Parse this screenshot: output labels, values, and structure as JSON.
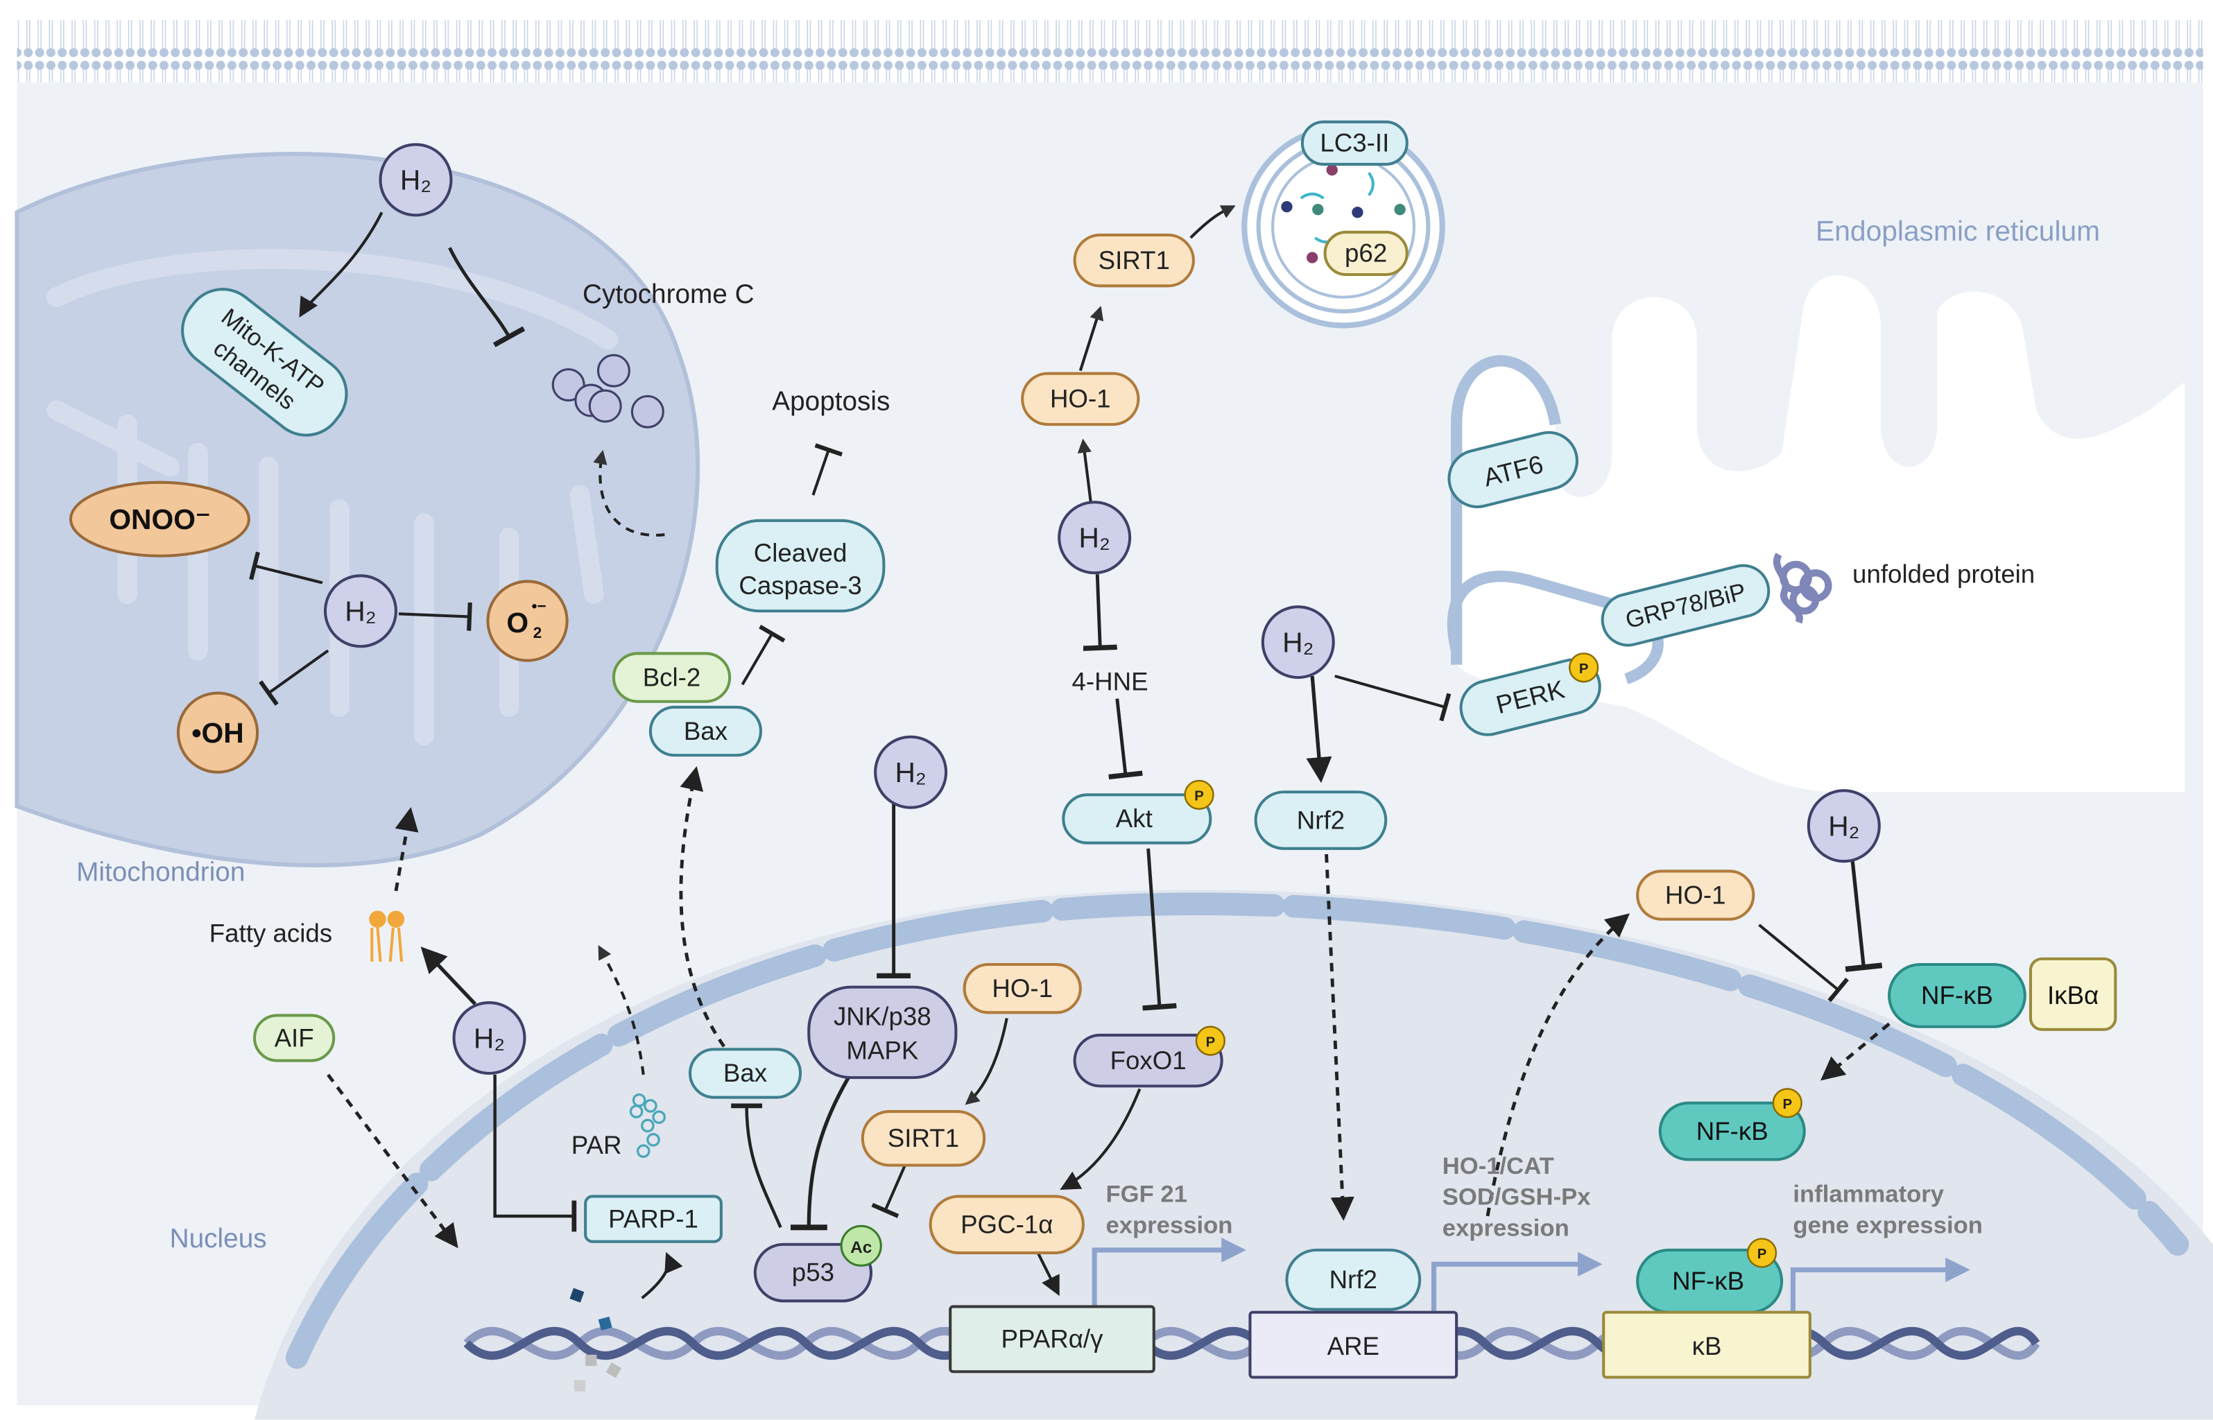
{
  "labels": {
    "cytochrome_c": "Cytochrome C",
    "apoptosis": "Apoptosis",
    "mitochondrion": "Mitochondrion",
    "fatty_acids": "Fatty acids",
    "nucleus": "Nucleus",
    "endoplasmic_reticulum": "Endoplasmic reticulum",
    "unfolded_protein": "unfolded protein",
    "par": "PAR",
    "hne": "4-HNE",
    "fgf21_line1": "FGF 21",
    "fgf21_line2": "expression",
    "antioxidant_line1": "HO-1/CAT",
    "antioxidant_line2": "SOD/GSH-Px",
    "antioxidant_line3": "expression",
    "inflam_line1": "inflammatory",
    "inflam_line2": "gene expression"
  },
  "h2": "H₂",
  "species": {
    "onoo": "ONOO⁻",
    "oh": "•OH",
    "o2_base": "O",
    "o2_sub": "2",
    "o2_sup": "•−"
  },
  "nodes": {
    "mito_katp_line1": "Mito-K-ATP",
    "mito_katp_line2": "channels",
    "lc3": "LC3-II",
    "p62": "p62",
    "sirt1_top": "SIRT1",
    "ho1_top": "HO-1",
    "cleaved_line1": "Cleaved",
    "cleaved_line2": "Caspase-3",
    "bcl2": "Bcl-2",
    "bax_top": "Bax",
    "atf6": "ATF6",
    "grp78": "GRP78/BiP",
    "perk": "PERK",
    "akt": "Akt",
    "nrf2_cyto": "Nrf2",
    "ho1_right": "HO-1",
    "nfkb": "NF-κB",
    "ikba": "IκBα",
    "nfkb_p": "NF-κB",
    "aif": "AIF",
    "bax_mid": "Bax",
    "jnk_line1": "JNK/p38",
    "jnk_line2": "MAPK",
    "ho1_mid": "HO-1",
    "foxo1": "FoxO1",
    "sirt1_mid": "SIRT1",
    "parp1": "PARP-1",
    "pgc1a": "PGC-1α",
    "p53": "p53",
    "nrf2_nuc": "Nrf2",
    "nfkb_nuc": "NF-κB",
    "ppar": "PPARα/γ",
    "are": "ARE",
    "kb": "κB"
  },
  "badges": {
    "phospho": "P",
    "acetyl": "Ac"
  },
  "colors": {
    "h2_fill": "#cfd0ea",
    "h2_stroke": "#3f4068",
    "teal_fill": "#daf0f5",
    "teal_stroke": "#3f7f8f",
    "orange_fill": "#fbe4c4",
    "orange_stroke": "#b07b3a",
    "green_fill": "#e4f3d5",
    "green_stroke": "#6a9a4a",
    "nfkb_fill": "#5fc9c0",
    "nfkb_stroke": "#2a8a84",
    "lavender_fill": "#cdcde6",
    "lavender_stroke": "#3f4068",
    "membrane": "#aac0dc",
    "label_blue": "#7b8fb7",
    "dna": "#8e9ac0",
    "gene_arrow": "#8ea3cc",
    "yellow_badge": "#f5c518"
  }
}
